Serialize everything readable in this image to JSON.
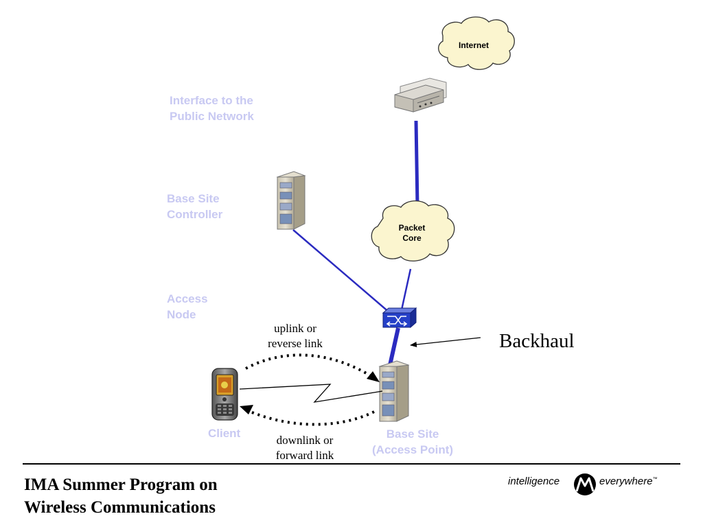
{
  "clouds": {
    "internet": "Internet",
    "packet_core": "Packet\nCore"
  },
  "layer_labels": {
    "interface": "Interface to the\nPublic Network",
    "controller": "Base Site\nController",
    "access_node": "Access\nNode"
  },
  "device_labels": {
    "client": "Client",
    "base_site": "Base Site\n(Access Point)"
  },
  "link_labels": {
    "uplink": "uplink or\nreverse link",
    "downlink": "downlink or\nforward link",
    "backhaul": "Backhaul"
  },
  "footer": {
    "program": "IMA Summer Program on\nWireless Communications",
    "tagline_left": "intelligence",
    "tagline_right": "everywhere",
    "trademark": "™"
  },
  "colors": {
    "link_blue": "#2b2bc0",
    "label_pale": "#c8c9f2",
    "cloud_fill": "#fbf5cf",
    "switch_blue": "#2540c8"
  },
  "icons": [
    "cloud-icon",
    "router-icon",
    "server-rack-icon",
    "switch-icon",
    "mobile-phone-icon",
    "motorola-logo-icon"
  ]
}
